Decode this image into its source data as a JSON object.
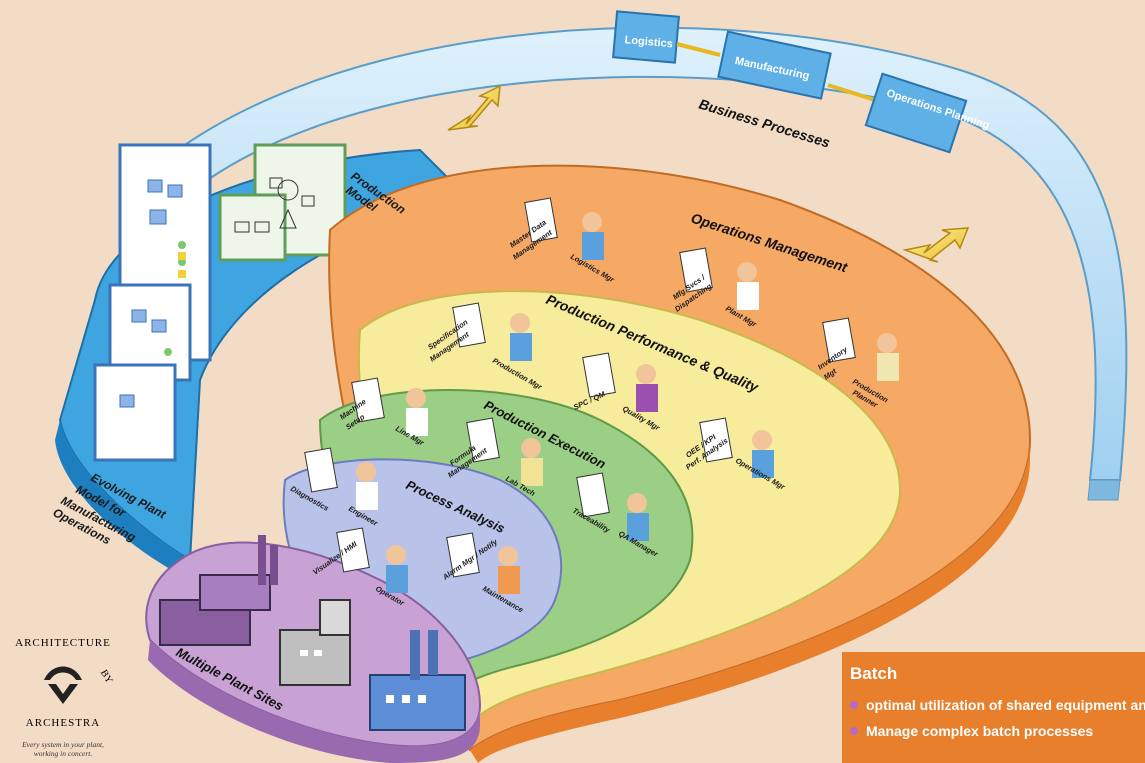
{
  "business_processes": {
    "title": "Business Processes",
    "boxes": [
      "Logistics",
      "Manufacturing",
      "Operations Planning"
    ]
  },
  "production_model": {
    "title_line1": "Production",
    "title_line2": "Model"
  },
  "evolving_model": {
    "lines": [
      "Evolving Plant",
      "Model for",
      "Manufacturing",
      "Operations"
    ]
  },
  "layers": {
    "operations_management": "Operations Management",
    "production_performance": "Production Performance & Quality",
    "production_execution": "Production Execution",
    "process_analysis": "Process Analysis",
    "multiple_plant_sites": "Multiple Plant Sites"
  },
  "roles": {
    "master_data_line1": "Master Data",
    "master_data_line2": "Management",
    "logistics_mgr": "Logistics Mgr",
    "mfg_svcs_line1": "Mfg Svcs /",
    "mfg_svcs_line2": "Dispatching",
    "plant_mgr": "Plant Mgr",
    "inventory_line1": "Inventory",
    "inventory_line2": "Mgt",
    "production_planner_line1": "Production",
    "production_planner_line2": "Planner",
    "spec_mgmt_line1": "Specification",
    "spec_mgmt_line2": "Management",
    "production_mgr": "Production Mgr",
    "spc_qm": "SPC / QM",
    "quality_mgr": "Quality Mgr",
    "oee_line1": "OEE / KPI",
    "oee_line2": "Perf. Analysis",
    "operations_mgr": "Operations Mgr",
    "machine_setup_line1": "Machine",
    "machine_setup_line2": "Setup",
    "line_mgr": "Line Mgr",
    "formula_line1": "Formula",
    "formula_line2": "Management",
    "lab_tech": "Lab Tech",
    "traceability": "Traceability",
    "qa_manager": "QA Manager",
    "diagnostics": "Diagnostics",
    "engineer": "Engineer",
    "visualize": "Visualize / HMI",
    "operator": "Operator",
    "alarm_mgr": "Alarm Mgr / Notify",
    "maintenance": "Maintenance"
  },
  "logo": {
    "ring_top": "ARCHITECTURE",
    "ring_by": "BY",
    "ring_bottom": "ARCHESTRA",
    "tagline_line1": "Every system in your plant,",
    "tagline_line2": "working in concert."
  },
  "batch_panel": {
    "title": "Batch",
    "items": [
      "optimal utilization of shared equipment and raw materials",
      "Manage complex batch processes"
    ]
  },
  "colors": {
    "background": "#f3dcc6",
    "business_band": "#bfe2f7",
    "production_model": "#3fa5e0",
    "operations_management": "#f6a865",
    "production_performance": "#f7eb9c",
    "production_execution": "#9ccf86",
    "process_analysis": "#b9c2e8",
    "plant_sites": "#c9a2d5",
    "batch_panel": "#e87f2c",
    "arrow": "#f4d23c"
  }
}
